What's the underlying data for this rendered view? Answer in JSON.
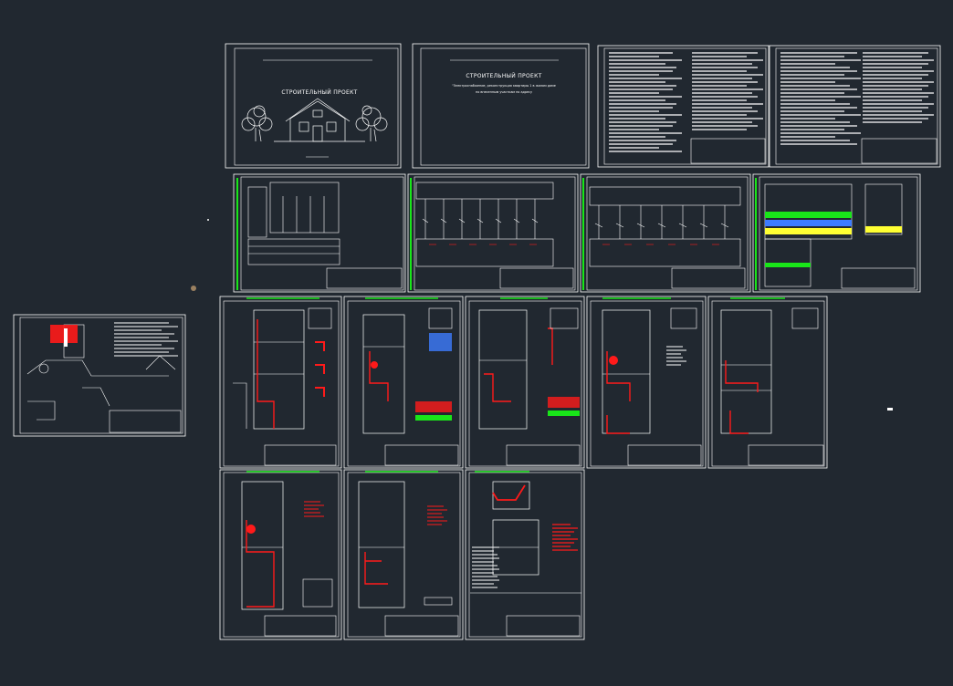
{
  "app": {
    "view": "model-space",
    "background_color": "#212830",
    "line_color": "#ffffff",
    "accent_colors": [
      "#ff1a1a",
      "#19e619",
      "#ffff33",
      "#3d7cff"
    ]
  },
  "sheets": {
    "cover_1": {
      "title": "СТРОИТЕЛЬНЫЙ ПРОЕКТ"
    },
    "cover_2": {
      "title": "СТРОИТЕЛЬНЫЙ ПРОЕКТ",
      "subtitle_line_1": "\"Электроснабжение, реконструкция квартиры 1 в жилом доме",
      "subtitle_line_2": "по внесенным участкам по адресу"
    }
  }
}
